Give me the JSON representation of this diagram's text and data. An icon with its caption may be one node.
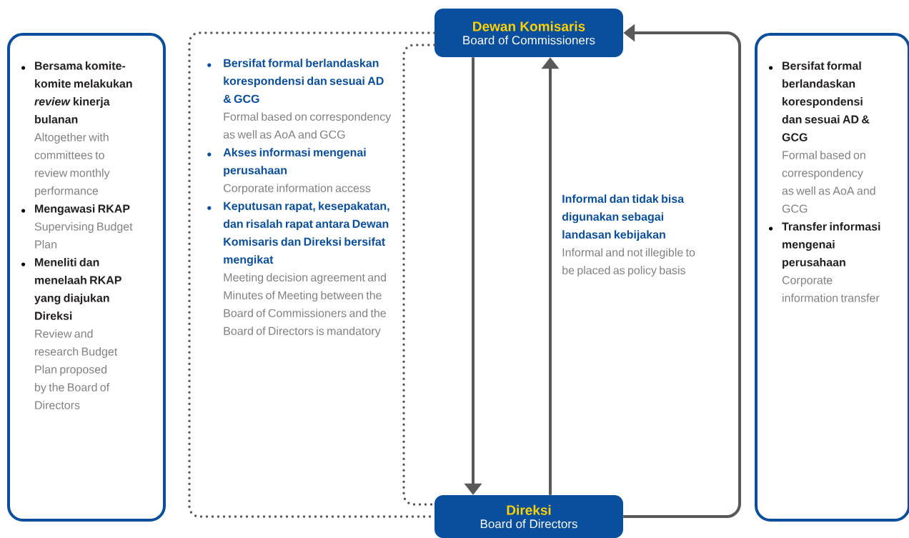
{
  "diagram": {
    "nodes": [
      {
        "text": [
          "Dewan Komisaris",
          "Board of Commissioners"
        ]
      },
      {
        "text": [
          "Direksi",
          "Board of Directors"
        ]
      },
      {
        "text": [
          "Bersama komite-komite melakukan *review* kinerja bulanan",
          "Altogether with committees to review monthly performance",
          "Mengawasi RKAP",
          "Supervising Budget Plan",
          "Meneliti dan menelaah RKAP yang diajukan Direksi",
          "Review and research Budget Plan proposed by the Board of Directors"
        ]
      },
      {
        "text": [
          "Bersifat formal berlandaskan korespondensi dan sesuai AD & GCG",
          "Formal based on correspondency as well as AoA and GCG",
          "Transfer informasi mengenai perusahaan",
          "Corporate information transfer"
        ]
      }
    ],
    "edges": [
      {
        "from": 0,
        "to": 1,
        "arrow": "to"
      },
      {
        "from": 1,
        "to": 0,
        "arrow": "to"
      },
      {
        "from": 1,
        "to": 0,
        "arrow": "to"
      },
      {
        "from": 0,
        "to": 1,
        "arrow": "none",
        "style": "dashed"
      },
      {
        "from": 0,
        "to": 1,
        "arrow": "none",
        "style": "dashed"
      }
    ],
    "labels": [
      "Bersifat formal berlandaskan korespondensi dan sesuai AD & GCG",
      "Formal based on correspondency as well as AoA and GCG",
      "Akses informasi mengenai perusahaan",
      "Corporate information access",
      "Keputusan rapat, kesepakatan, dan risalah rapat antara Dewan Komisaris dan Direksi bersifat mengikat",
      "Meeting decision agreement and Minutes of Meeting between the Board of Commissioners and the Board of Directors is mandatory",
      "Informal dan tidak bisa digunakan sebagai landasan kebijakan",
      "Informal and not illegible to be placed as policy basis"
    ]
  }
}
